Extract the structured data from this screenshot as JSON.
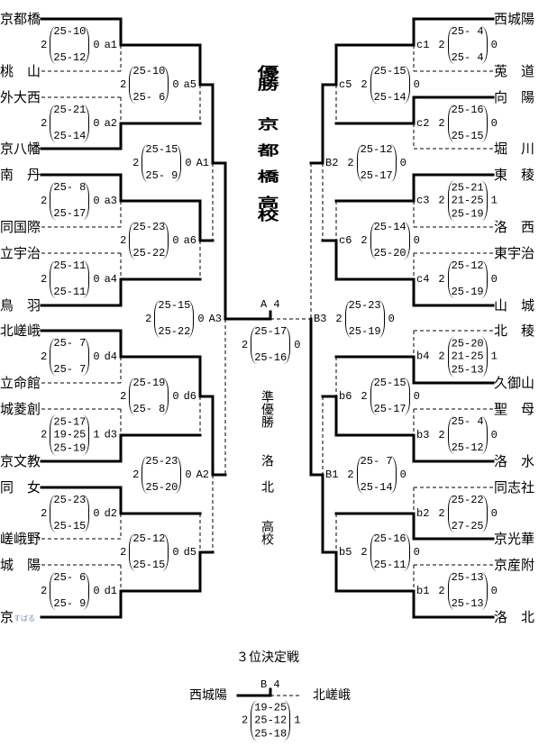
{
  "champion": {
    "label": "優勝",
    "name": "京都橋",
    "suffix": "高校"
  },
  "runner_up": {
    "label": "準優勝",
    "name": "洛北",
    "suffix": "高校"
  },
  "left": {
    "teams": [
      {
        "name": "京都橋"
      },
      {
        "name": "桃　山"
      },
      {
        "name": "外大西"
      },
      {
        "name": "京八幡"
      },
      {
        "name": "南　丹"
      },
      {
        "name": "同国際"
      },
      {
        "name": "立宇治"
      },
      {
        "name": "鳥　羽"
      },
      {
        "name": "北嵯峨"
      },
      {
        "name": "立命館"
      },
      {
        "name": "城菱創"
      },
      {
        "name": "京文教"
      },
      {
        "name": "同　女"
      },
      {
        "name": "嵯峨野"
      },
      {
        "name": "城　陽"
      },
      {
        "name": "京",
        "small": "すばる"
      }
    ],
    "rounds": [
      [
        {
          "id": "a1",
          "winner": "top",
          "won": "2",
          "lost": "0",
          "sets": [
            "25-10",
            "25-12"
          ]
        },
        {
          "id": "a2",
          "winner": "bottom",
          "won": "2",
          "lost": "0",
          "sets": [
            "25-21",
            "25-14"
          ]
        },
        {
          "id": "a3",
          "winner": "top",
          "won": "2",
          "lost": "0",
          "sets": [
            "25- 8",
            "25-17"
          ]
        },
        {
          "id": "a4",
          "winner": "bottom",
          "won": "2",
          "lost": "0",
          "sets": [
            "25-11",
            "25-11"
          ]
        },
        {
          "id": "d4",
          "winner": "top",
          "won": "2",
          "lost": "0",
          "sets": [
            "25- 7",
            "25- 7"
          ]
        },
        {
          "id": "d3",
          "winner": "bottom",
          "won": "2",
          "lost": "1",
          "sets": [
            "25-17",
            "19-25",
            "25-19"
          ]
        },
        {
          "id": "d2",
          "winner": "top",
          "won": "2",
          "lost": "0",
          "sets": [
            "25-23",
            "25-15"
          ]
        },
        {
          "id": "d1",
          "winner": "bottom",
          "won": "2",
          "lost": "0",
          "sets": [
            "25- 6",
            "25- 9"
          ]
        }
      ],
      [
        {
          "id": "a5",
          "winner": "top",
          "won": "2",
          "lost": "0",
          "sets": [
            "25-10",
            "25- 6"
          ]
        },
        {
          "id": "a6",
          "winner": "top",
          "won": "2",
          "lost": "0",
          "sets": [
            "25-23",
            "25-22"
          ]
        },
        {
          "id": "d6",
          "winner": "top",
          "won": "2",
          "lost": "0",
          "sets": [
            "25-19",
            "25- 8"
          ]
        },
        {
          "id": "d5",
          "winner": "bottom",
          "won": "2",
          "lost": "0",
          "sets": [
            "25-12",
            "25-15"
          ]
        }
      ],
      [
        {
          "id": "A1",
          "winner": "top",
          "won": "2",
          "lost": "0",
          "sets": [
            "25-15",
            "25- 9"
          ]
        },
        {
          "id": "A2",
          "winner": "top",
          "won": "2",
          "lost": "0",
          "sets": [
            "25-23",
            "25-20"
          ]
        }
      ],
      [
        {
          "id": "A3",
          "winner": "top",
          "won": "2",
          "lost": "0",
          "sets": [
            "25-15",
            "25-22"
          ]
        }
      ]
    ]
  },
  "right": {
    "teams": [
      {
        "name": "西城陽"
      },
      {
        "name": "莵　道"
      },
      {
        "name": "向　陽"
      },
      {
        "name": "堀　川"
      },
      {
        "name": "東　稜"
      },
      {
        "name": "洛　西"
      },
      {
        "name": "東宇治"
      },
      {
        "name": "山　城"
      },
      {
        "name": "北　稜"
      },
      {
        "name": "久御山"
      },
      {
        "name": "聖　母"
      },
      {
        "name": "洛　水"
      },
      {
        "name": "同志社"
      },
      {
        "name": "京光華"
      },
      {
        "name": "京産附"
      },
      {
        "name": "洛　北"
      }
    ],
    "rounds": [
      [
        {
          "id": "c1",
          "winner": "top",
          "won": "2",
          "lost": "0",
          "sets": [
            "25- 4",
            "25- 4"
          ]
        },
        {
          "id": "c2",
          "winner": "top",
          "won": "2",
          "lost": "0",
          "sets": [
            "25-16",
            "25-15"
          ]
        },
        {
          "id": "c3",
          "winner": "top",
          "won": "2",
          "lost": "1",
          "sets": [
            "25-21",
            "21-25",
            "25-19"
          ]
        },
        {
          "id": "c4",
          "winner": "bottom",
          "won": "2",
          "lost": "0",
          "sets": [
            "25-12",
            "25-19"
          ]
        },
        {
          "id": "b4",
          "winner": "bottom",
          "won": "2",
          "lost": "1",
          "sets": [
            "25-20",
            "21-25",
            "25-13"
          ]
        },
        {
          "id": "b3",
          "winner": "bottom",
          "won": "2",
          "lost": "0",
          "sets": [
            "25- 4",
            "25-12"
          ]
        },
        {
          "id": "b2",
          "winner": "bottom",
          "won": "2",
          "lost": "0",
          "sets": [
            "25-22",
            "27-25"
          ]
        },
        {
          "id": "b1",
          "winner": "bottom",
          "won": "2",
          "lost": "0",
          "sets": [
            "25-13",
            "25-13"
          ]
        }
      ],
      [
        {
          "id": "c5",
          "winner": "top",
          "won": "2",
          "lost": "0",
          "sets": [
            "25-15",
            "25-14"
          ]
        },
        {
          "id": "c6",
          "winner": "bottom",
          "won": "2",
          "lost": "0",
          "sets": [
            "25-14",
            "25-20"
          ]
        },
        {
          "id": "b6",
          "winner": "bottom",
          "won": "2",
          "lost": "0",
          "sets": [
            "25-15",
            "25-17"
          ]
        },
        {
          "id": "b5",
          "winner": "bottom",
          "won": "2",
          "lost": "0",
          "sets": [
            "25-16",
            "25-11"
          ]
        }
      ],
      [
        {
          "id": "B2",
          "winner": "top",
          "won": "2",
          "lost": "0",
          "sets": [
            "25-12",
            "25-17"
          ]
        },
        {
          "id": "B1",
          "winner": "bottom",
          "won": "2",
          "lost": "0",
          "sets": [
            "25- 7",
            "25-14"
          ]
        }
      ],
      [
        {
          "id": "B3",
          "winner": "bottom",
          "won": "2",
          "lost": "0",
          "sets": [
            "25-23",
            "25-19"
          ]
        }
      ]
    ]
  },
  "final": {
    "id": "A 4",
    "winner": "left",
    "won": "2",
    "lost": "0",
    "sets": [
      "25-17",
      "25-16"
    ]
  },
  "third_place": {
    "title": "３位決定戦",
    "id": "B 4",
    "left_team": "西城陽",
    "right_team": "北嵯峨",
    "winner": "left",
    "won": "2",
    "lost": "1",
    "sets": [
      "19-25",
      "25-12",
      "25-18"
    ]
  }
}
